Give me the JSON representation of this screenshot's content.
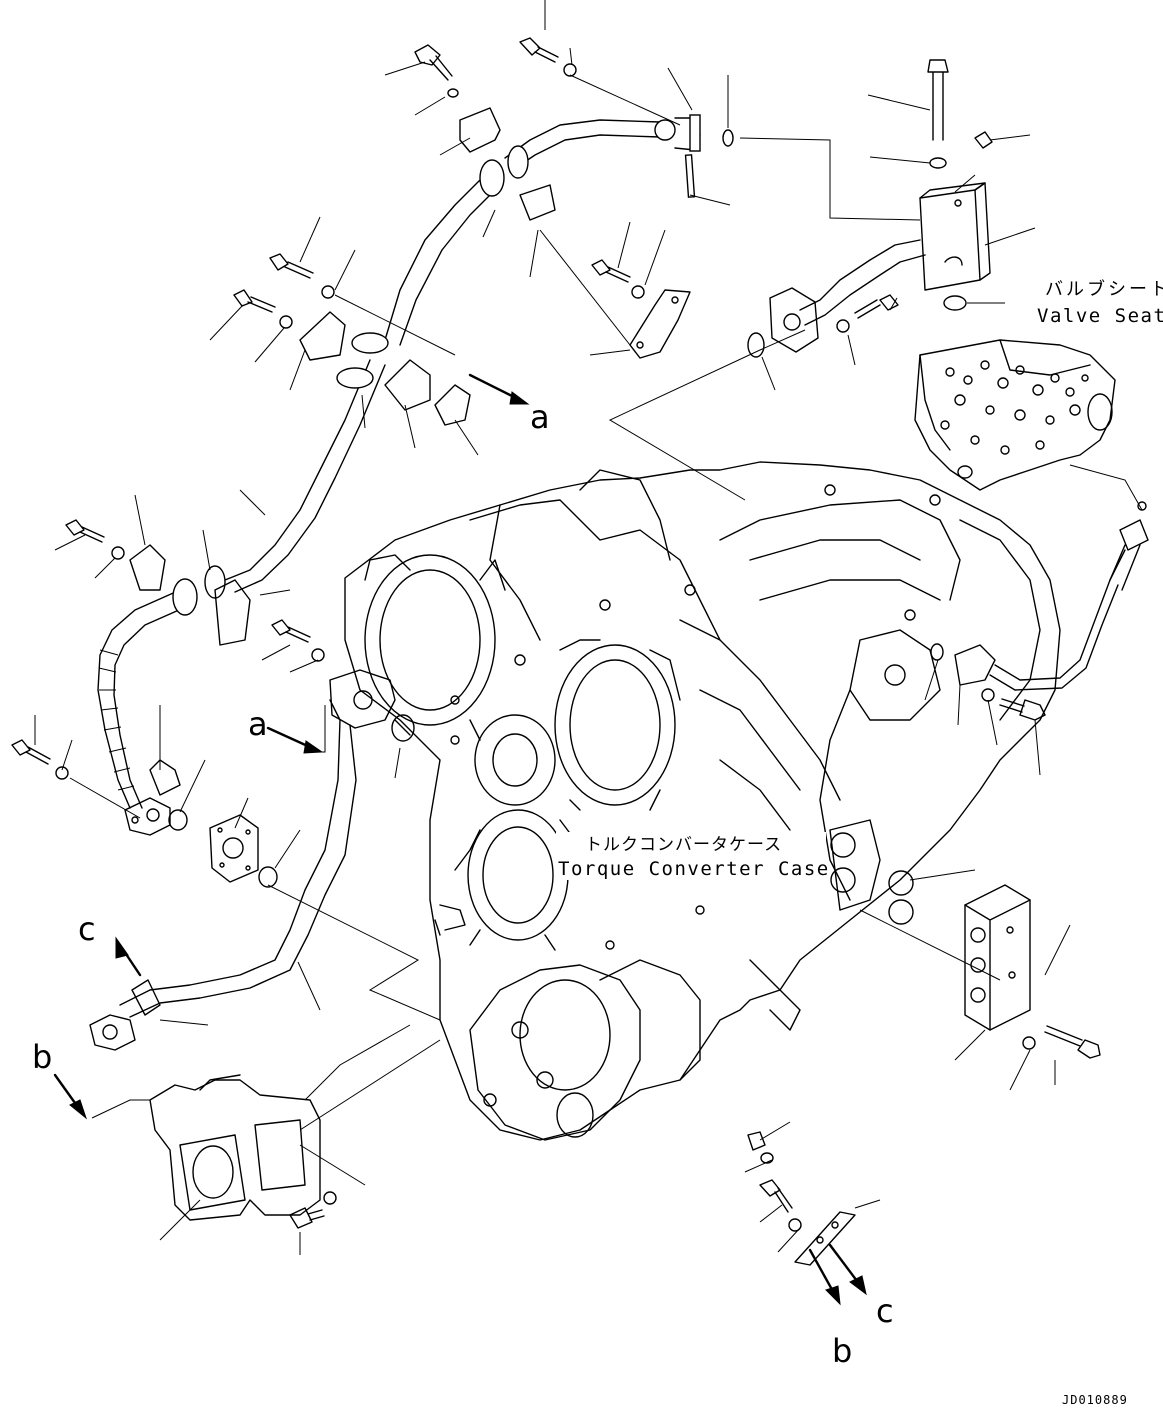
{
  "diagram": {
    "torque_converter_case": {
      "label_ja": "トルクコンバータケース",
      "label_en": "Torque Converter Case"
    },
    "valve_seat": {
      "label_ja": "バルブシート",
      "label_en": "Valve Seat"
    },
    "markers": {
      "a": "a",
      "b": "b",
      "c": "c"
    },
    "drawing_code": "JD010889"
  }
}
